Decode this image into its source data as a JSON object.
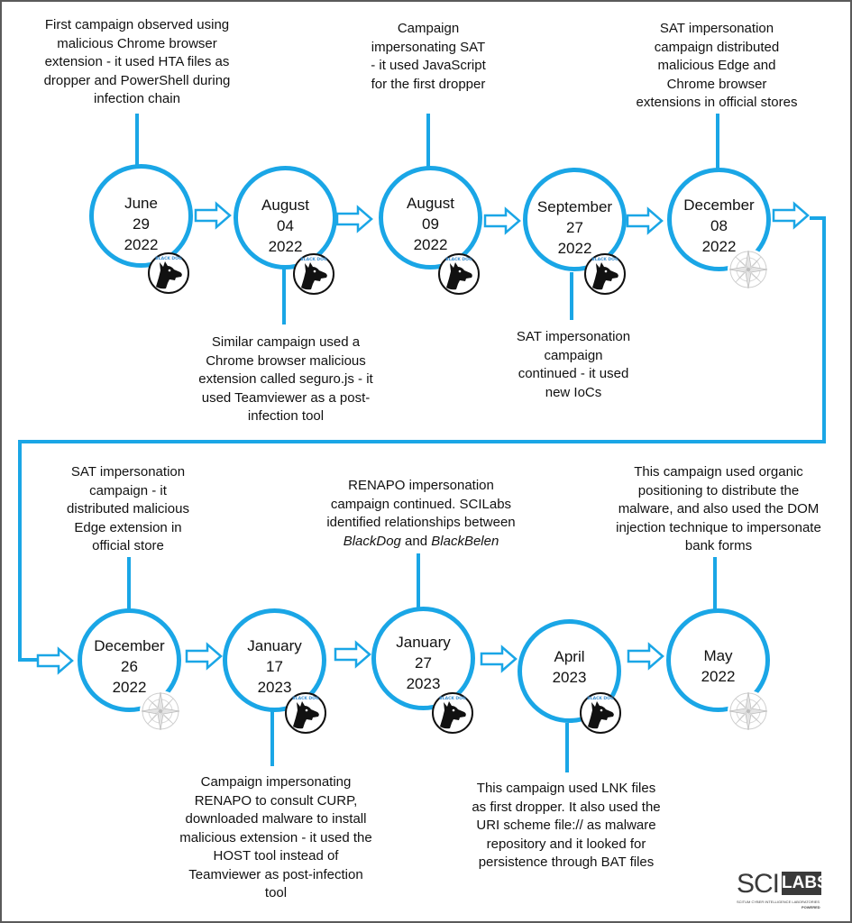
{
  "timeline": {
    "nodes": [
      {
        "date": [
          "June",
          "29",
          "2022"
        ],
        "badge": "blackdog-icon",
        "annotation": {
          "lines": [
            "First campaign observed using",
            "malicious Chrome browser",
            "extension - it used HTA files as",
            "dropper and PowerShell during",
            "infection chain"
          ]
        }
      },
      {
        "date": [
          "August",
          "04",
          "2022"
        ],
        "badge": "blackdog-icon",
        "annotation": {
          "lines": [
            "Similar campaign used a",
            "Chrome browser malicious",
            "extension called seguro.js - it",
            "used Teamviewer as a post-",
            "infection tool"
          ]
        }
      },
      {
        "date": [
          "August",
          "09",
          "2022"
        ],
        "badge": "blackdog-icon",
        "annotation": {
          "lines": [
            "Campaign",
            "impersonating SAT",
            "- it used JavaScript",
            "for the first dropper"
          ]
        }
      },
      {
        "date": [
          "September",
          "27",
          "2022"
        ],
        "badge": "blackdog-icon",
        "annotation": {
          "lines": [
            "SAT impersonation",
            "campaign",
            "continued - it used",
            "new IoCs"
          ]
        }
      },
      {
        "date": [
          "December",
          "08",
          "2022"
        ],
        "badge": "compass-icon",
        "annotation": {
          "lines": [
            "SAT impersonation",
            "campaign distributed",
            "malicious Edge and",
            "Chrome browser",
            "extensions in official stores"
          ]
        }
      },
      {
        "date": [
          "December",
          "26",
          "2022"
        ],
        "badge": "compass-icon",
        "annotation": {
          "lines": [
            "SAT impersonation",
            "campaign - it",
            "distributed malicious",
            "Edge extension in",
            "official store"
          ]
        }
      },
      {
        "date": [
          "January",
          "17",
          "2023"
        ],
        "badge": "blackdog-icon",
        "annotation": {
          "lines": [
            "Campaign impersonating",
            "RENAPO to consult CURP,",
            "downloaded malware to install",
            "malicious extension - it used the",
            "HOST tool instead of",
            "Teamviewer as post-infection",
            "tool"
          ]
        }
      },
      {
        "date": [
          "January",
          "27",
          "2023"
        ],
        "badge": "blackdog-icon",
        "annotation": {
          "lines": [
            "RENAPO impersonation",
            "campaign continued. SCILabs",
            "identified relationships between"
          ],
          "italic_line": {
            "part1": "BlackDog",
            "joiner": " and ",
            "part2": "BlackBelen"
          }
        }
      },
      {
        "date": [
          "April",
          "2023"
        ],
        "badge": "blackdog-icon",
        "annotation": {
          "lines": [
            "This campaign used LNK files",
            "as first dropper. It also used the",
            "URI scheme file:// as malware",
            "repository and it looked for",
            "persistence through BAT files"
          ]
        }
      },
      {
        "date": [
          "May",
          "2022"
        ],
        "badge": "compass-icon",
        "annotation": {
          "lines": [
            "This campaign used organic",
            "positioning to distribute the",
            "malware, and also used the DOM",
            "injection technique to impersonate",
            "bank forms"
          ]
        }
      }
    ]
  },
  "badge_text": {
    "dog": "BLACK DOG"
  },
  "logo": {
    "sci": "SCI",
    "labs": "LABS",
    "subtitle": "SCITUM CYBER INTELLIGENCE LABORATORIES",
    "powered": "POWERED"
  },
  "colors": {
    "accent": "#1aa6e6",
    "text": "#111111",
    "border": "#5a5a5a"
  }
}
